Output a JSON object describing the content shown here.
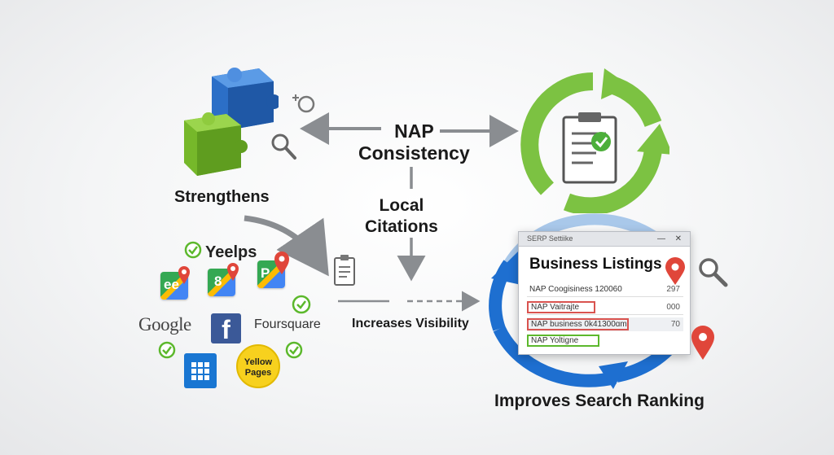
{
  "labels": {
    "nap_consistency": [
      "NAP",
      "Consistency"
    ],
    "local_citations": [
      "Local",
      "Citations"
    ],
    "strengthens": "Strengthens",
    "increases_visibility": "Increases Visibility",
    "improves_search_ranking": "Improves Search Ranking"
  },
  "citation_sites": {
    "yelp": "Yeelps",
    "google": "Google",
    "foursquare": "Foursquare",
    "facebook_glyph": "f",
    "yellow_pages": [
      "Yellow",
      "Pages"
    ],
    "app_letters": [
      "ee",
      "8",
      "P"
    ]
  },
  "serp_window": {
    "bar_title": "SERP Settiike",
    "title": "Business Listings",
    "rows": [
      {
        "text": "NAP Coogisiness 120060",
        "value": "297"
      },
      {
        "text": "NAP Vaitrajte",
        "value": "000"
      },
      {
        "text": "NAP business 0k41300ɑm",
        "value": "70"
      },
      {
        "text": "NAP Yoltigne",
        "value": ""
      }
    ]
  },
  "icons": [
    "puzzle-icon",
    "magnifier-icon",
    "clipboard-icon",
    "cycle-arrows-icon",
    "checkmark-icon",
    "map-pin-icon",
    "facebook-icon",
    "grid-app-icon"
  ],
  "colors": {
    "cycle_green": "#7cc242",
    "cycle_blue": "#1e6fd0",
    "puzzle_blue": "#2c6fc7",
    "puzzle_green": "#76b82a",
    "check_green": "#5cb82c",
    "pin_red": "#e0463a",
    "arrow_gray": "#8a8d91"
  }
}
